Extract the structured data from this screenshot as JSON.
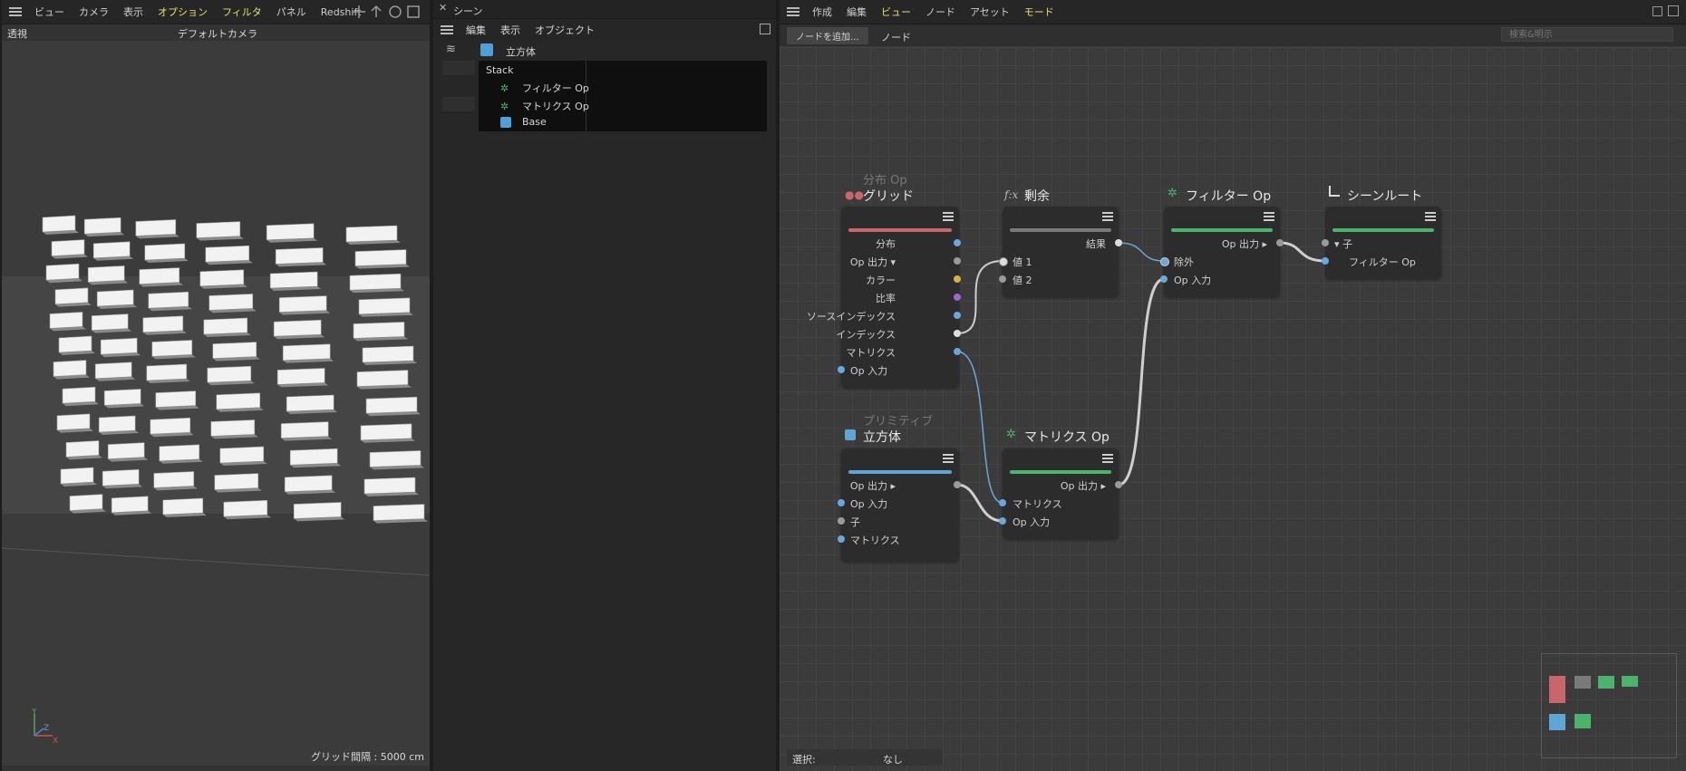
{
  "viewport": {
    "menu": [
      "ビュー",
      "カメラ",
      "表示",
      "オプション",
      "フィルタ",
      "パネル",
      "Redshift"
    ],
    "view_name": "透視",
    "camera": "デフォルトカメラ",
    "grid_info": "グリッド間隔 : 5000 cm",
    "axes": [
      "Y",
      "Z",
      "X"
    ]
  },
  "scene": {
    "tab_title": "シーン",
    "menu": [
      "編集",
      "表示",
      "オブジェクト"
    ],
    "root_object": "立方体",
    "stack_label": "Stack",
    "stack_items": [
      "フィルター Op",
      "マトリクス Op",
      "Base"
    ]
  },
  "node_editor": {
    "menu": [
      "作成",
      "編集",
      "ビュー",
      "ノード",
      "アセット",
      "モード"
    ],
    "add_node_button": "ノードを追加...",
    "node_tab": "ノード",
    "search_placeholder": "検索&明示",
    "selection_label": "選択:",
    "selection_value": "なし",
    "nodes": {
      "grid": {
        "category": "分布 Op",
        "title": "グリッド",
        "ports": [
          "分布",
          "Op 出力 ▾",
          "カラー",
          "比率",
          "ソースインデックス",
          "インデックス",
          "マトリクス"
        ],
        "input": "Op 入力"
      },
      "modulo": {
        "title": "剰余",
        "output": "結果",
        "inputs": [
          "値 1",
          "値 2"
        ]
      },
      "filter": {
        "title": "フィルター Op",
        "output": "Op 出力 ▸",
        "inputs": [
          "除外",
          "Op 入力"
        ]
      },
      "root": {
        "title": "シーンルート",
        "inputs": [
          "▾ 子",
          "フィルター Op"
        ]
      },
      "cube": {
        "category": "プリミティブ",
        "title": "立方体",
        "output": "Op 出力 ▸",
        "inputs": [
          "Op 入力",
          "子",
          "マトリクス"
        ]
      },
      "matrix": {
        "title": "マトリクス Op",
        "output": "Op 出力 ▸",
        "inputs": [
          "マトリクス",
          "Op 入力"
        ]
      }
    }
  },
  "colors": {
    "distribution": "#c8666b",
    "primitive": "#5ea6d6",
    "operator": "#4bb36b",
    "utility": "#7a7a7a",
    "menu_highlight": "#e4e06a"
  }
}
